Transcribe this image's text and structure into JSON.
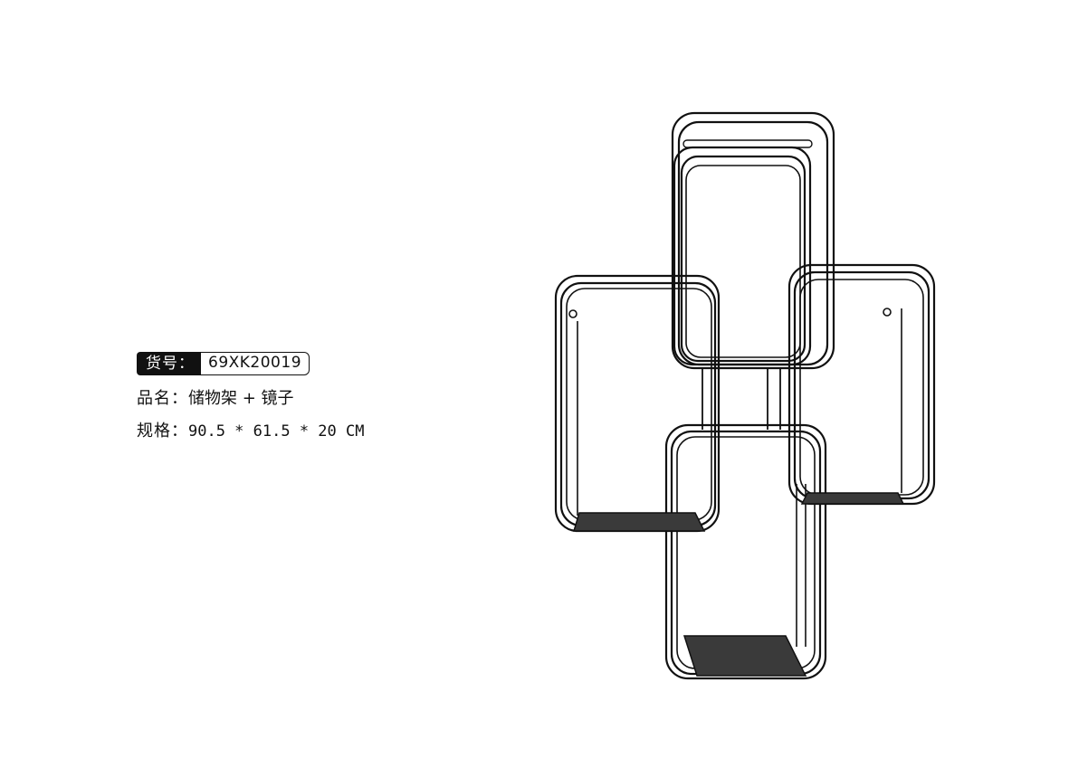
{
  "product_info": {
    "code_label": "货号：",
    "code_value": "69XK20019",
    "name_label": "品名：",
    "name_value": "储物架 + 镜子",
    "size_label": "规格：",
    "size_value": "90.5 * 61.5 * 20 CM"
  },
  "product_image": {
    "subject": "black-wire-wall-shelf",
    "line_color": "#111111",
    "panel_color": "#3a3a3a"
  }
}
